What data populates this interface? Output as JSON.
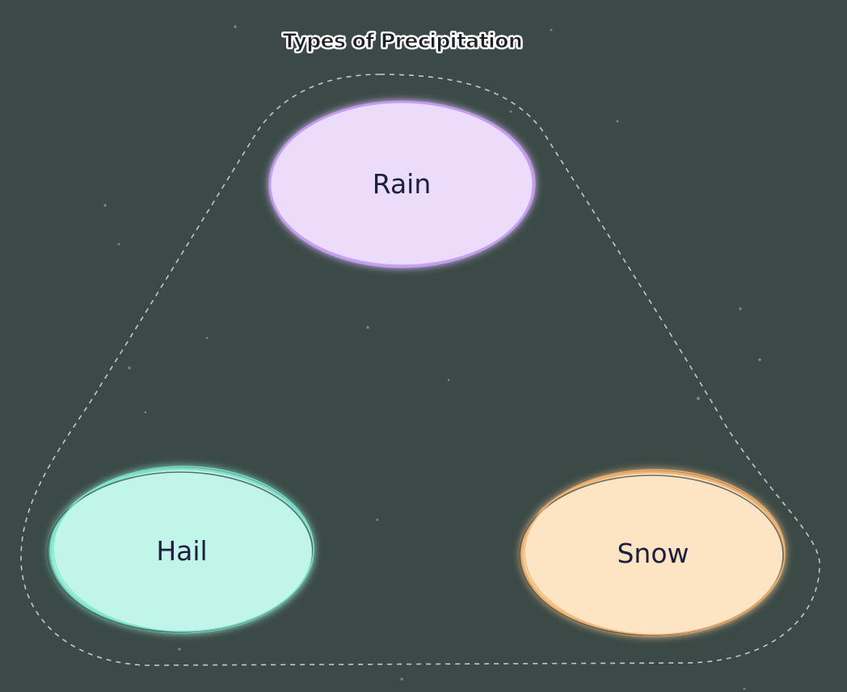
{
  "title": "Types of Precipitation",
  "nodes": [
    {
      "id": "rain",
      "label": "Rain",
      "fill": "#ecdcfc",
      "stroke": "#c49cf0"
    },
    {
      "id": "hail",
      "label": "Hail",
      "fill": "#c1f5e9",
      "stroke": "#7ee4cd"
    },
    {
      "id": "snow",
      "label": "Snow",
      "fill": "#fce4c4",
      "stroke": "#f2b36f"
    }
  ],
  "colors": {
    "background": "#3b4a47",
    "group_outline": "#d9dedd",
    "label_text": "#1c1f3d"
  }
}
